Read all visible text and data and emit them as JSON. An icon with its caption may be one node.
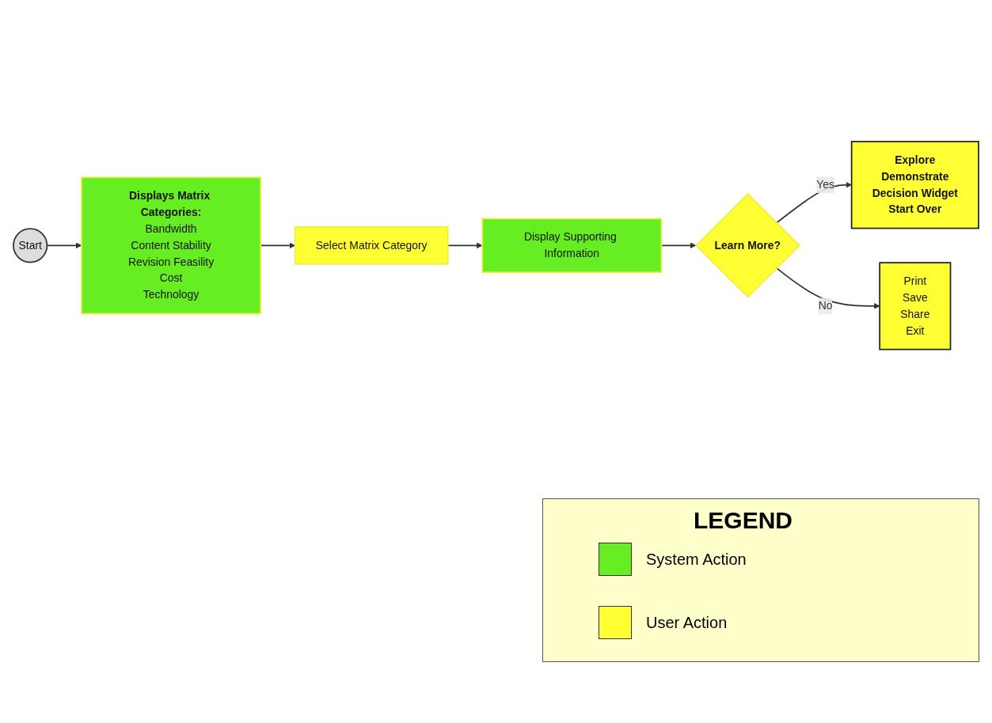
{
  "diagram": {
    "nodes": [
      {
        "text": [
          "Start"
        ]
      },
      {
        "text": [
          "Displays Matrix Categories:",
          "Bandwidth",
          "Content Stability",
          "Revision Feasility",
          "Cost",
          "Technology"
        ]
      },
      {
        "text": [
          "Select Matrix Category"
        ]
      },
      {
        "text": [
          "Display Supporting Information"
        ]
      },
      {
        "text": [
          "Learn More?"
        ]
      },
      {
        "text": [
          "Explore",
          "Demonstrate",
          "Decision Widget",
          "Start Over"
        ]
      },
      {
        "text": [
          "Print",
          "Save",
          "Share",
          "Exit"
        ]
      }
    ],
    "edges": [
      {
        "from": 0,
        "to": 1,
        "arrow": "to"
      },
      {
        "from": 1,
        "to": 2,
        "arrow": "to"
      },
      {
        "from": 2,
        "to": 3,
        "arrow": "to"
      },
      {
        "from": 3,
        "to": 4,
        "arrow": "to"
      },
      {
        "from": 4,
        "to": 5,
        "label": "Yes",
        "arrow": "to"
      },
      {
        "from": 4,
        "to": 6,
        "label": "No",
        "arrow": "to"
      }
    ],
    "labels": [
      "LEGEND"
    ],
    "legend": [
      {
        "text": "System Action",
        "color": "#66ee22"
      },
      {
        "text": "User Action",
        "color": "#ffff33"
      }
    ]
  }
}
